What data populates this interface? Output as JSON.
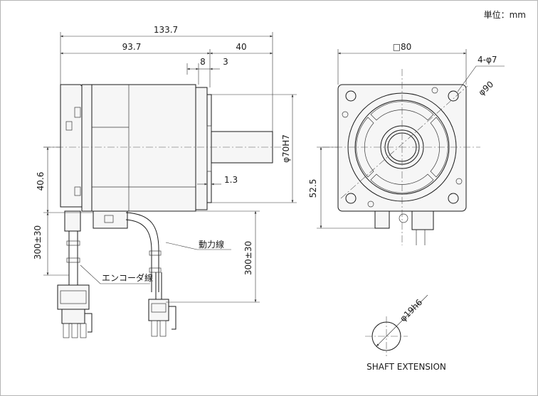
{
  "unit_label": "単位：mm",
  "dimensions": {
    "overall_length": "133.7",
    "body_length": "93.7",
    "shaft_length": "40",
    "flange_8": "8",
    "flange_3": "3",
    "pilot_diameter": "φ70H7",
    "pilot_depth": "1.3",
    "cable_offset": "40.6",
    "encoder_cable_length": "300±30",
    "power_cable_length": "300±30",
    "square_size": "□80",
    "mount_holes": "4-φ7",
    "bolt_circle": "φ90",
    "center_height": "52.5",
    "shaft_diameter": "φ19h6"
  },
  "labels": {
    "power_cable": "動力線",
    "encoder_cable": "エンコーダ線",
    "shaft_extension": "SHAFT EXTENSION"
  }
}
